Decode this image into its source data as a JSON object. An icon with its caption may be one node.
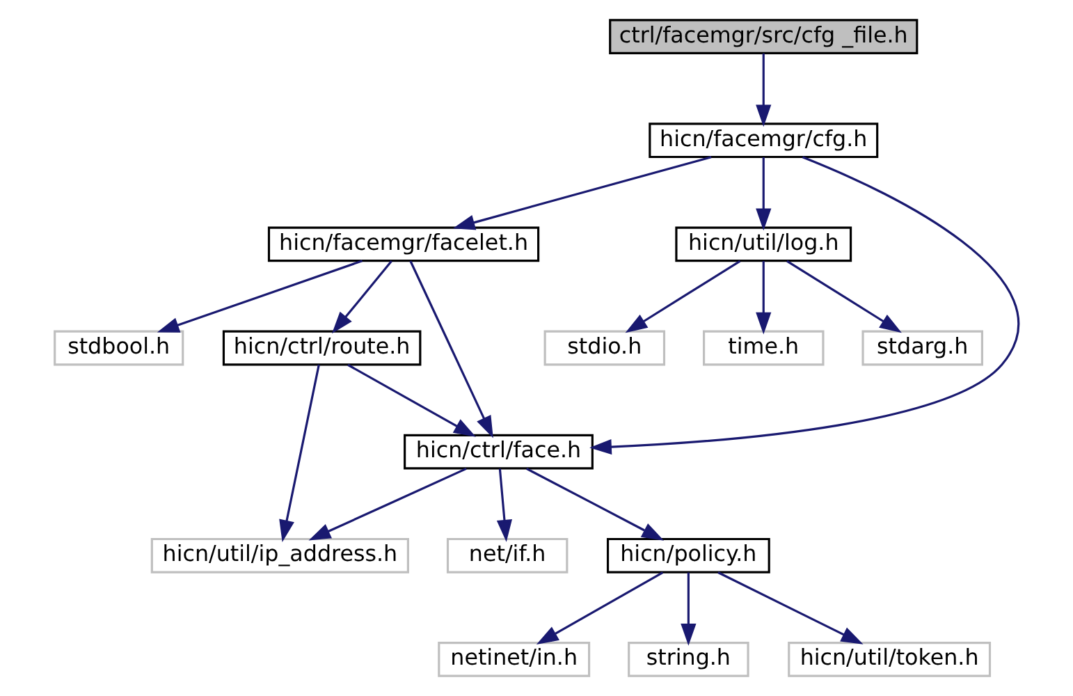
{
  "diagram": {
    "nodes": [
      {
        "text": [
          "ctrl/facemgr/src/cfg _file.h"
        ]
      },
      {
        "text": [
          "hicn/facemgr/cfg.h"
        ]
      },
      {
        "text": [
          "hicn/facemgr/facelet.h"
        ]
      },
      {
        "text": [
          "hicn/util/log.h"
        ]
      },
      {
        "text": [
          "hicn/ctrl/face.h"
        ]
      },
      {
        "text": [
          "stdbool.h"
        ]
      },
      {
        "text": [
          "hicn/ctrl/route.h"
        ]
      },
      {
        "text": [
          "stdarg.h"
        ]
      },
      {
        "text": [
          "stdio.h"
        ]
      },
      {
        "text": [
          "time.h"
        ]
      },
      {
        "text": [
          "hicn/policy.h"
        ]
      },
      {
        "text": [
          "net/if.h"
        ]
      },
      {
        "text": [
          "hicn/util/ip_address.h"
        ]
      },
      {
        "text": [
          "netinet/in.h"
        ]
      },
      {
        "text": [
          "string.h"
        ]
      },
      {
        "text": [
          "hicn/util/token.h"
        ]
      }
    ],
    "edges": [
      {
        "from": 0,
        "to": 1,
        "arrow": "to"
      },
      {
        "from": 1,
        "to": 4,
        "arrow": "to"
      },
      {
        "from": 1,
        "to": 2,
        "arrow": "to"
      },
      {
        "from": 1,
        "to": 3,
        "arrow": "to"
      },
      {
        "from": 2,
        "to": 4,
        "arrow": "to"
      },
      {
        "from": 2,
        "to": 5,
        "arrow": "to"
      },
      {
        "from": 2,
        "to": 6,
        "arrow": "to"
      },
      {
        "from": 3,
        "to": 7,
        "arrow": "to"
      },
      {
        "from": 3,
        "to": 8,
        "arrow": "to"
      },
      {
        "from": 3,
        "to": 9,
        "arrow": "to"
      },
      {
        "from": 6,
        "to": 4,
        "arrow": "to"
      },
      {
        "from": 6,
        "to": 12,
        "arrow": "to"
      },
      {
        "from": 4,
        "to": 10,
        "arrow": "to"
      },
      {
        "from": 4,
        "to": 11,
        "arrow": "to"
      },
      {
        "from": 4,
        "to": 12,
        "arrow": "to"
      },
      {
        "from": 10,
        "to": 13,
        "arrow": "to"
      },
      {
        "from": 10,
        "to": 14,
        "arrow": "to"
      },
      {
        "from": 10,
        "to": 15,
        "arrow": "to"
      }
    ]
  }
}
